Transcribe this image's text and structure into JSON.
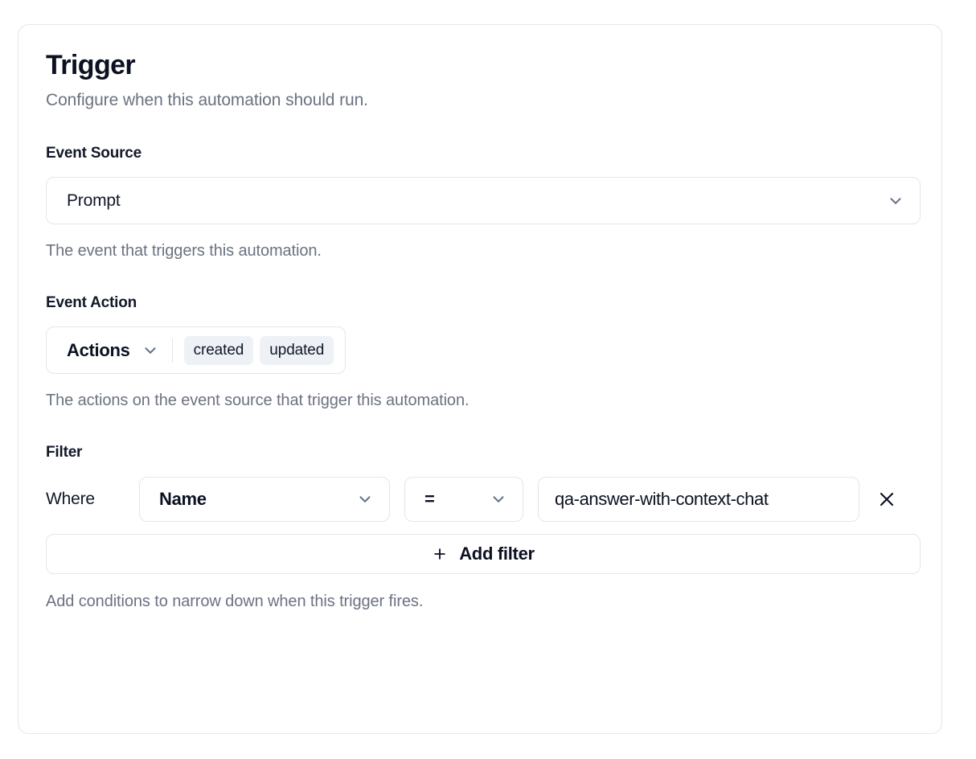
{
  "card": {
    "title": "Trigger",
    "subtitle": "Configure when this automation should run."
  },
  "event_source": {
    "label": "Event Source",
    "selected": "Prompt",
    "helper": "The event that triggers this automation.",
    "chevron_icon": "chevron-down-icon"
  },
  "event_action": {
    "label": "Event Action",
    "trigger_label": "Actions",
    "chips": [
      {
        "label": "created"
      },
      {
        "label": "updated"
      }
    ],
    "helper": "The actions on the event source that trigger this automation.",
    "chevron_icon": "chevron-down-icon"
  },
  "filter": {
    "label": "Filter",
    "where_label": "Where",
    "rows": [
      {
        "field": "Name",
        "operator": "=",
        "value": "qa-answer-with-context-chat",
        "remove_icon": "close-icon"
      }
    ],
    "add_button": {
      "label": "Add filter",
      "icon": "plus-icon"
    },
    "helper": "Add conditions to narrow down when this trigger fires."
  },
  "colors": {
    "border": "#e3e6ec",
    "text_primary": "#0b1120",
    "text_muted": "#6b7280",
    "chip_bg": "#eef1f6",
    "chevron": "#64748b",
    "card_bg": "#ffffff",
    "page_bg": "#ffffff"
  }
}
